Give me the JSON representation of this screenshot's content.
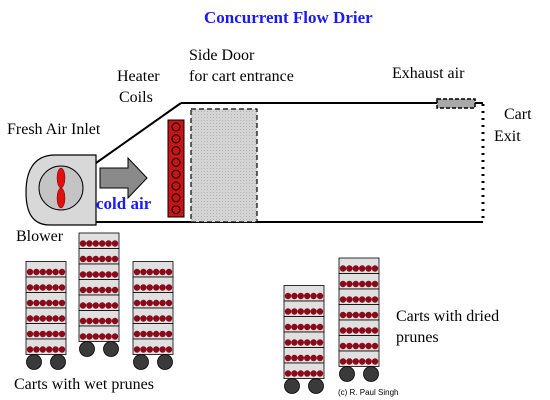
{
  "title": "Concurrent Flow Drier",
  "labels": {
    "heater_line1": "Heater",
    "heater_line2": "Coils",
    "side_door_line1": "Side Door",
    "side_door_line2": "for cart entrance",
    "exhaust": "Exhaust air",
    "cart_exit_line1": "Cart",
    "cart_exit_line2": "Exit",
    "fresh_air": "Fresh Air Inlet",
    "cold_air": "cold air",
    "blower": "Blower",
    "wet_carts": "Carts with wet prunes",
    "dried_carts_line1": "Carts with dried",
    "dried_carts_line2": "prunes",
    "copyright": "(c) R. Paul Singh"
  },
  "colors": {
    "title": "#1a1aff",
    "cold_air": "#1a1aff",
    "prune": "#8b0a1a",
    "heater_fill": "#c81414",
    "fan_blade": "#e01010",
    "blower_body": "#d8d8d8",
    "door_fill": "#d4d4d4",
    "tray_fill": "#e0e0e0",
    "wheel": "#3a3a3a",
    "arrow": "#8a8a8a"
  },
  "wet_carts": [
    {
      "trays": 6
    },
    {
      "trays": 7
    },
    {
      "trays": 6
    }
  ],
  "dried_carts": [
    {
      "trays": 6
    },
    {
      "trays": 7
    }
  ],
  "heater_coil_count": 8
}
